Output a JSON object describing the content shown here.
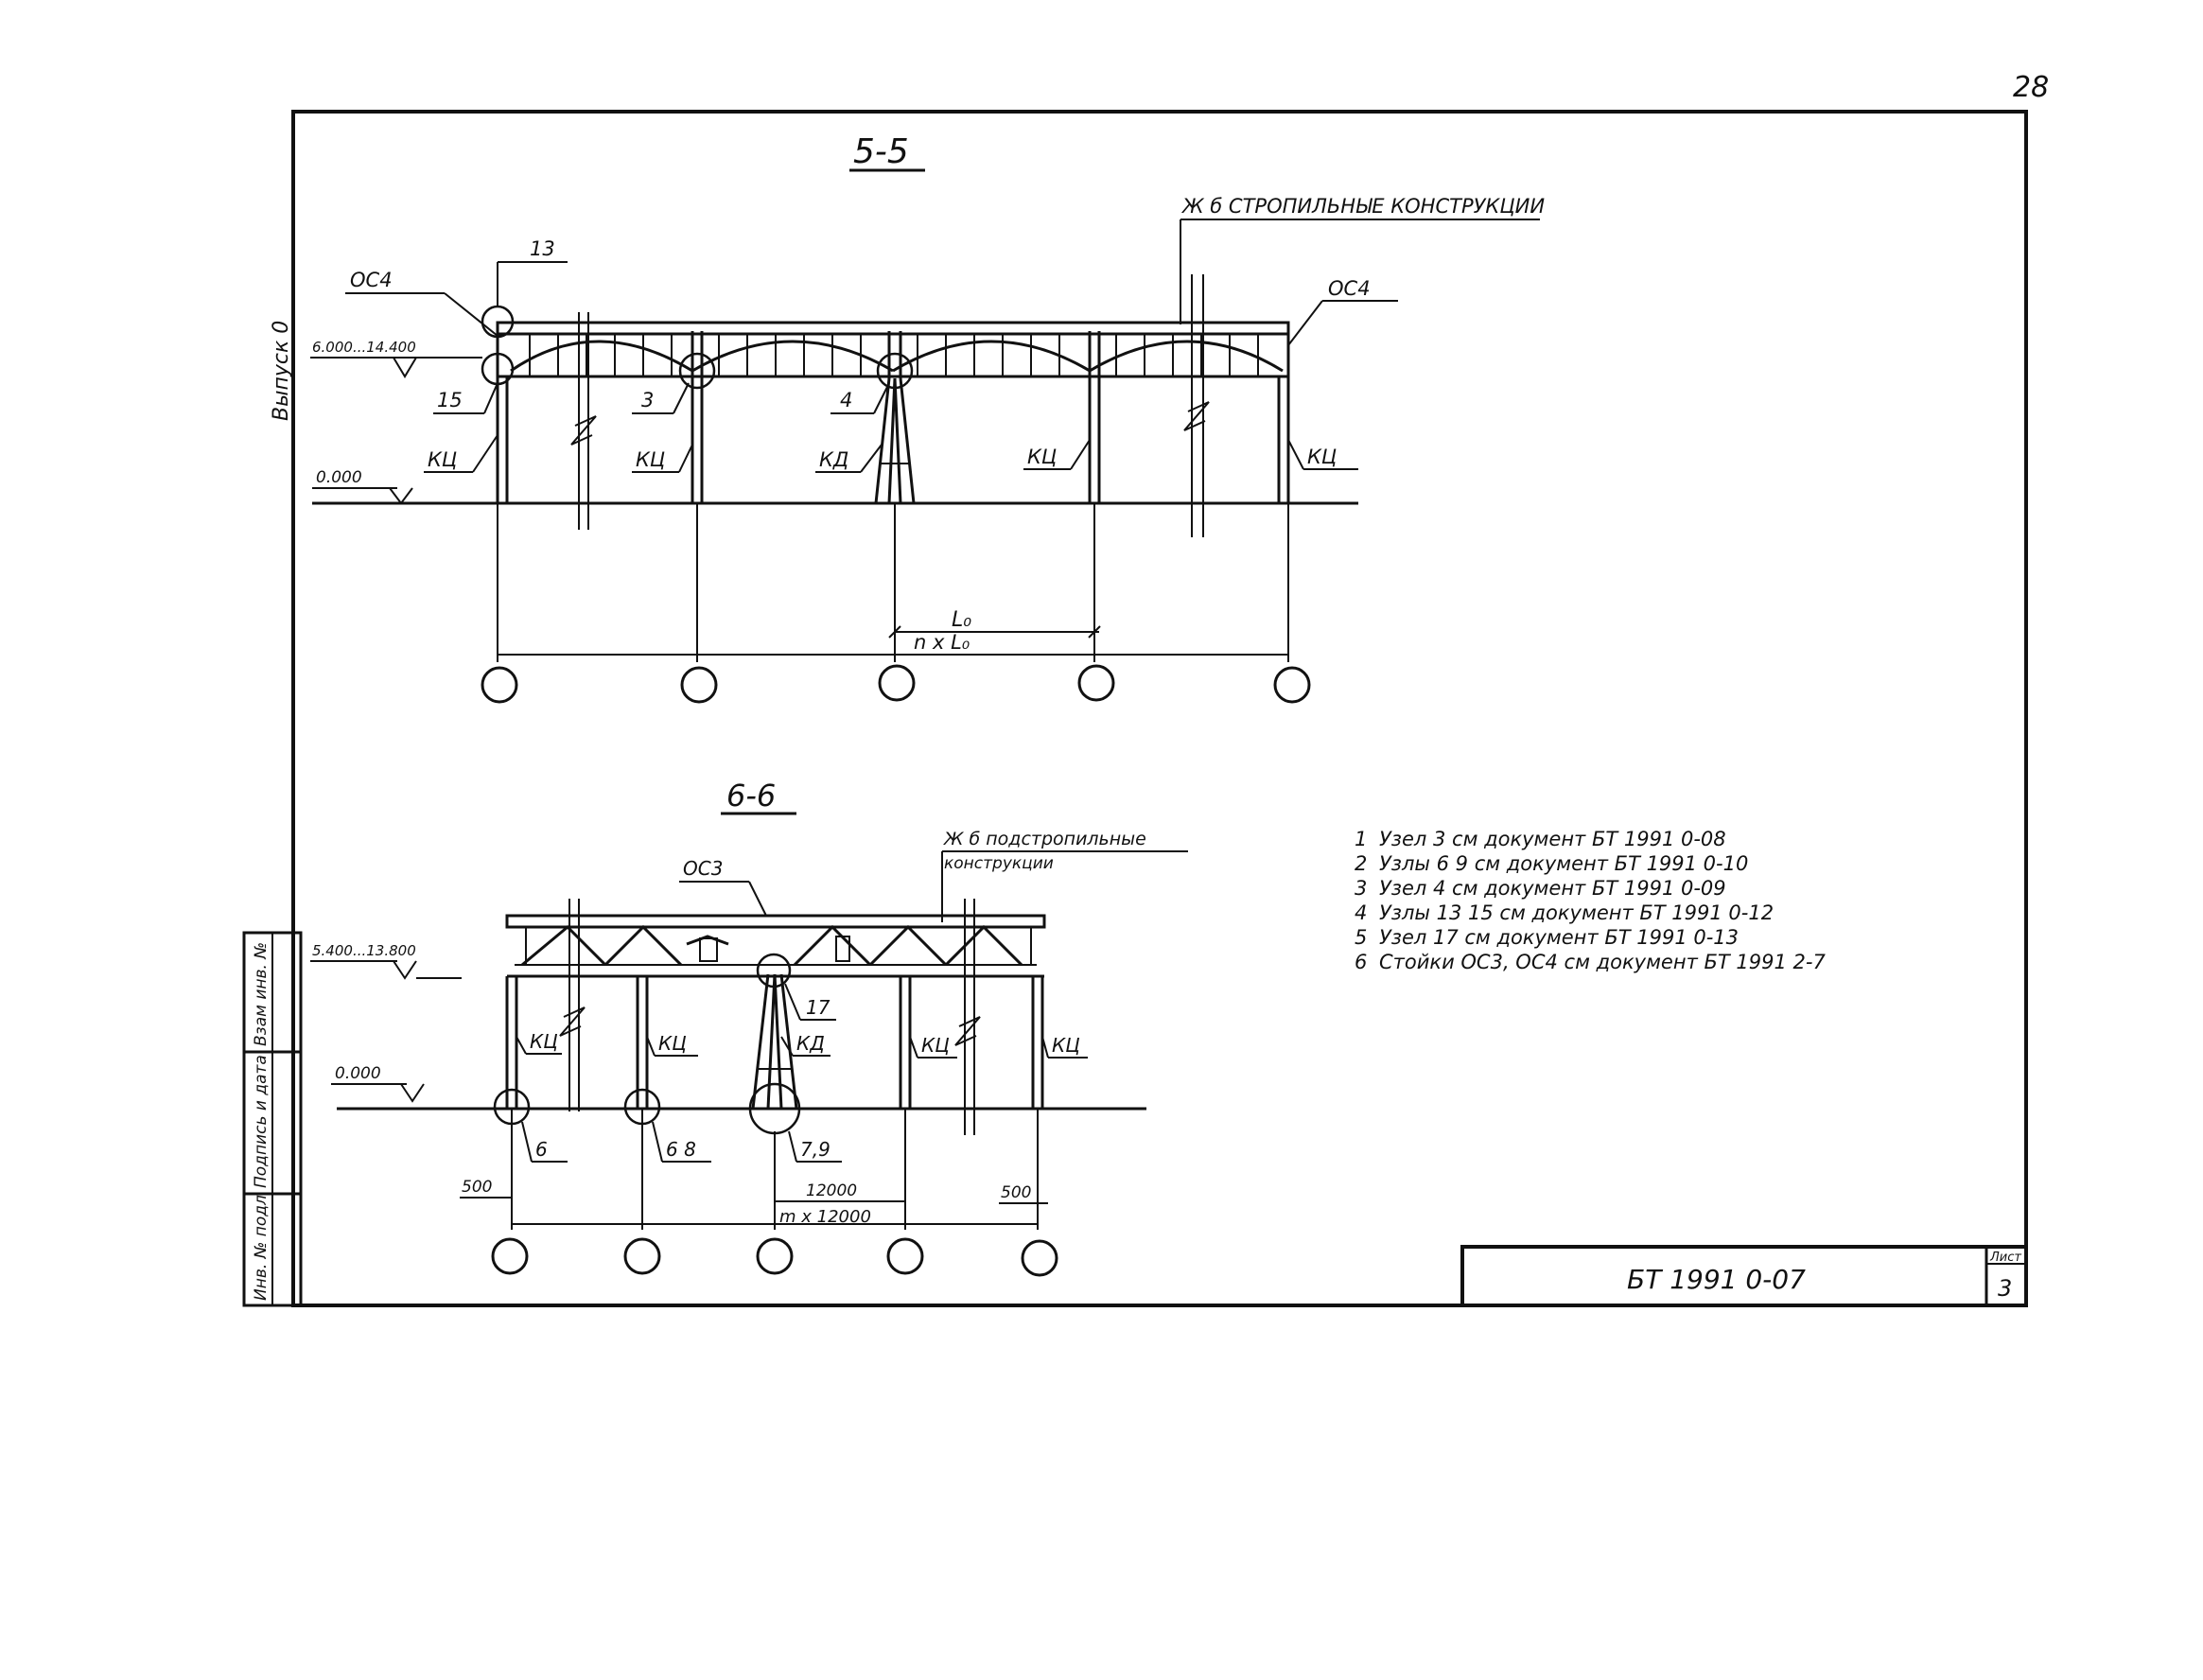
{
  "page_number": "28",
  "section_5": {
    "title": "5-5",
    "note_top": "Ж б СТРОПИЛЬНЫЕ КОНСТРУКЦИИ",
    "side_label": "Выпуск 0",
    "level_top": "6.000...14.400",
    "level_zero": "0.000",
    "labels": {
      "n13": "13",
      "oc4_left": "ОС4",
      "oc4_right": "ОС4",
      "n15": "15",
      "n3": "3",
      "n4": "4",
      "kc1": "КЦ",
      "kc2": "КЦ",
      "kd": "КД",
      "kc3": "КЦ",
      "kc4": "КЦ"
    },
    "dim_span": "L₀",
    "dim_total": "n x L₀"
  },
  "section_6": {
    "title": "6-6",
    "note_top_1": "Ж б подстропильные",
    "note_top_2": "конструкции",
    "label_oc3": "ОС3",
    "level_top": "5.400...13.800",
    "level_zero": "0.000",
    "labels": {
      "kc1": "КЦ",
      "kc2": "КЦ",
      "kd": "КД",
      "kc3": "КЦ",
      "kc4": "КЦ",
      "n17": "17",
      "n6": "6",
      "n68": "6 8",
      "n79": "7,9"
    },
    "dim_500_left": "500",
    "dim_500_right": "500",
    "dim_12000": "12000",
    "dim_total": "m x 12000"
  },
  "notes": [
    {
      "num": "1",
      "text": "Узел 3 см документ БТ 1991 0-08"
    },
    {
      "num": "2",
      "text": "Узлы 6 9 см документ БТ 1991 0-10"
    },
    {
      "num": "3",
      "text": "Узел 4 см документ БТ 1991 0-09"
    },
    {
      "num": "4",
      "text": "Узлы 13 15 см документ БТ 1991 0-12"
    },
    {
      "num": "5",
      "text": "Узел 17 см документ БТ 1991 0-13"
    },
    {
      "num": "6",
      "text": "Стойки ОС3, ОС4 см документ БТ 1991 2-7"
    }
  ],
  "stamp": {
    "doc_code": "БТ 1991 0-07",
    "sheet_label": "Лист",
    "sheet_number": "3"
  },
  "side_table": {
    "cells": [
      "Инв. № подл",
      "Подпись и дата",
      "Взам инв. №"
    ]
  }
}
